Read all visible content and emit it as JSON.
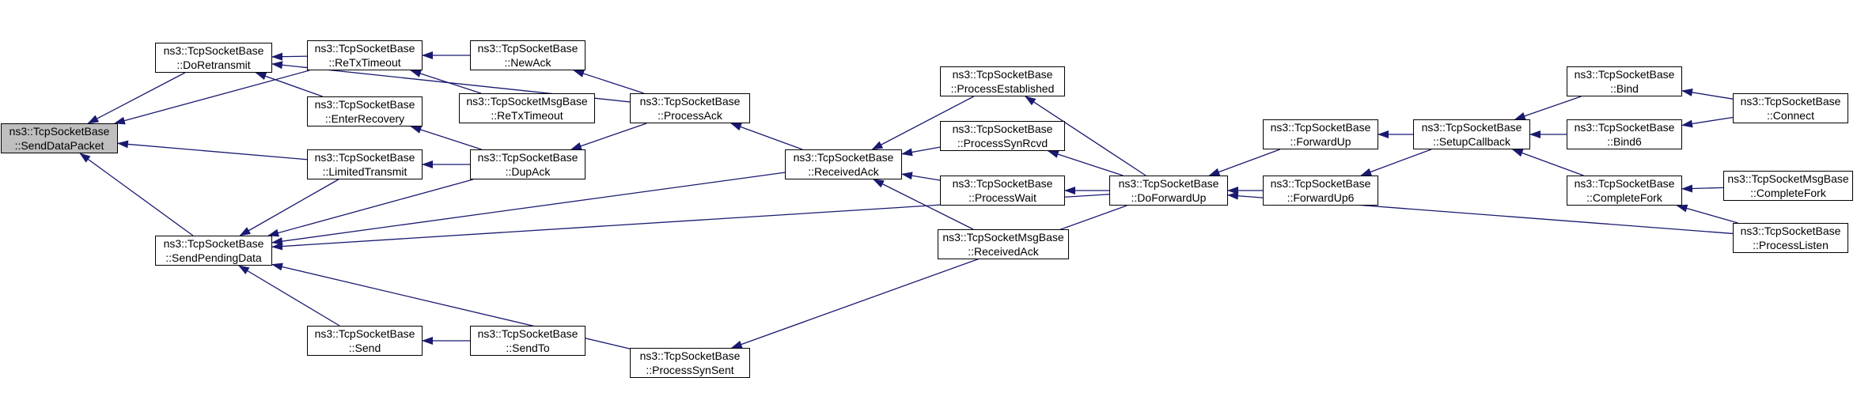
{
  "colors": {
    "edge": "#191970",
    "node_border": "#000000",
    "root_fill": "#bfbfbf",
    "node_fill": "#ffffff"
  },
  "nodes": {
    "senddatapacket": [
      "ns3::TcpSocketBase",
      "::SendDataPacket"
    ],
    "doretransmit": [
      "ns3::TcpSocketBase",
      "::DoRetransmit"
    ],
    "retxtimeout": [
      "ns3::TcpSocketBase",
      "::ReTxTimeout"
    ],
    "enterrecovery": [
      "ns3::TcpSocketBase",
      "::EnterRecovery"
    ],
    "limitedtransmit": [
      "ns3::TcpSocketBase",
      "::LimitedTransmit"
    ],
    "sendpendingdata": [
      "ns3::TcpSocketBase",
      "::SendPendingData"
    ],
    "send": [
      "ns3::TcpSocketBase",
      "::Send"
    ],
    "newack": [
      "ns3::TcpSocketBase",
      "::NewAck"
    ],
    "msgbase-retxtimeout": [
      "ns3::TcpSocketMsgBase",
      "::ReTxTimeout"
    ],
    "dupack": [
      "ns3::TcpSocketBase",
      "::DupAck"
    ],
    "sendto": [
      "ns3::TcpSocketBase",
      "::SendTo"
    ],
    "processack": [
      "ns3::TcpSocketBase",
      "::ProcessAck"
    ],
    "processsynsent": [
      "ns3::TcpSocketBase",
      "::ProcessSynSent"
    ],
    "receivedack": [
      "ns3::TcpSocketBase",
      "::ReceivedAck"
    ],
    "processestablished": [
      "ns3::TcpSocketBase",
      "::ProcessEstablished"
    ],
    "processsynrcvd": [
      "ns3::TcpSocketBase",
      "::ProcessSynRcvd"
    ],
    "processwait": [
      "ns3::TcpSocketBase",
      "::ProcessWait"
    ],
    "msgbase-receivedack": [
      "ns3::TcpSocketMsgBase",
      "::ReceivedAck"
    ],
    "doforwardup": [
      "ns3::TcpSocketBase",
      "::DoForwardUp"
    ],
    "forwardup": [
      "ns3::TcpSocketBase",
      "::ForwardUp"
    ],
    "forwardup6": [
      "ns3::TcpSocketBase",
      "::ForwardUp6"
    ],
    "setupcallback": [
      "ns3::TcpSocketBase",
      "::SetupCallback"
    ],
    "bind": [
      "ns3::TcpSocketBase",
      "::Bind"
    ],
    "bind6": [
      "ns3::TcpSocketBase",
      "::Bind6"
    ],
    "completefork": [
      "ns3::TcpSocketBase",
      "::CompleteFork"
    ],
    "processlisten": [
      "ns3::TcpSocketBase",
      "::ProcessListen"
    ],
    "connect": [
      "ns3::TcpSocketBase",
      "::Connect"
    ],
    "msgbase-completefork": [
      "ns3::TcpSocketMsgBase",
      "::CompleteFork"
    ]
  },
  "edges": [
    [
      "doretransmit",
      "senddatapacket"
    ],
    [
      "retxtimeout",
      "senddatapacket"
    ],
    [
      "limitedtransmit",
      "senddatapacket"
    ],
    [
      "sendpendingdata",
      "senddatapacket"
    ],
    [
      "retxtimeout",
      "doretransmit"
    ],
    [
      "enterrecovery",
      "doretransmit"
    ],
    [
      "processack",
      "doretransmit"
    ],
    [
      "newack",
      "retxtimeout"
    ],
    [
      "msgbase-retxtimeout",
      "retxtimeout"
    ],
    [
      "dupack",
      "enterrecovery"
    ],
    [
      "dupack",
      "limitedtransmit"
    ],
    [
      "limitedtransmit",
      "sendpendingdata"
    ],
    [
      "dupack",
      "sendpendingdata"
    ],
    [
      "receivedack",
      "sendpendingdata"
    ],
    [
      "doforwardup",
      "sendpendingdata"
    ],
    [
      "send",
      "sendpendingdata"
    ],
    [
      "processsynsent",
      "sendpendingdata"
    ],
    [
      "processack",
      "newack"
    ],
    [
      "processack",
      "dupack"
    ],
    [
      "sendto",
      "send"
    ],
    [
      "receivedack",
      "processack"
    ],
    [
      "doforwardup",
      "processsynsent"
    ],
    [
      "processestablished",
      "receivedack"
    ],
    [
      "processsynrcvd",
      "receivedack"
    ],
    [
      "processwait",
      "receivedack"
    ],
    [
      "msgbase-receivedack",
      "receivedack"
    ],
    [
      "doforwardup",
      "processestablished"
    ],
    [
      "doforwardup",
      "processsynrcvd"
    ],
    [
      "doforwardup",
      "processwait"
    ],
    [
      "forwardup",
      "doforwardup"
    ],
    [
      "forwardup6",
      "doforwardup"
    ],
    [
      "processlisten",
      "doforwardup"
    ],
    [
      "setupcallback",
      "forwardup"
    ],
    [
      "setupcallback",
      "forwardup6"
    ],
    [
      "bind",
      "setupcallback"
    ],
    [
      "bind6",
      "setupcallback"
    ],
    [
      "completefork",
      "setupcallback"
    ],
    [
      "connect",
      "bind"
    ],
    [
      "connect",
      "bind6"
    ],
    [
      "msgbase-completefork",
      "completefork"
    ],
    [
      "processlisten",
      "completefork"
    ]
  ]
}
